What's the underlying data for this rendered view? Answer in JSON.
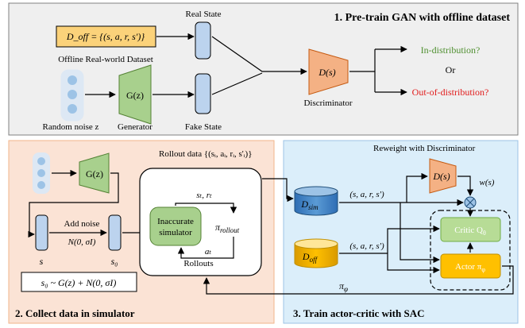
{
  "panel1": {
    "title": "1. Pre-train GAN with offline dataset",
    "dataset_box": "D_off = {(s, a, r, s')}",
    "dataset_label": "Offline Real-world Dataset",
    "real_state_label": "Real State",
    "noise_label": "Random noise z",
    "generator_box": "G(z)",
    "generator_label": "Generator",
    "fake_state_label": "Fake State",
    "discriminator_box": "D(s)",
    "discriminator_label": "Discriminator",
    "output_in": "In-distribution?",
    "output_or": "Or",
    "output_out": "Out-of-distribution?"
  },
  "panel2": {
    "title": "2. Collect data in simulator",
    "generator_box": "G(z)",
    "add_noise_label": "Add noise",
    "noise_formula": "N(0, σI)",
    "s_label": "s",
    "s0_label": "s₀",
    "formula_box": "s₀ ~ G(z) + N(0, σI)",
    "rollout_data_label": "Rollout data {(sᵢ, aᵢ, rᵢ, s'ᵢ)}",
    "state_reward_label": "sₜ, rₜ",
    "simulator_box_line1": "Inaccurate",
    "simulator_box_line2": "simulator",
    "policy_label": "π",
    "policy_sub": "rollout",
    "action_label": "aₜ",
    "rollouts_label": "Rollouts"
  },
  "panel3": {
    "title": "3. Train actor-critic with SAC",
    "reweight_label": "Reweight with Discriminator",
    "dsim_label": "D",
    "dsim_sub": "sim",
    "doff_label": "D",
    "doff_sub": "off",
    "tuple_top": "(s, a, r, s')",
    "tuple_bottom": "(s, a, r, s')",
    "discriminator_box": "D(s)",
    "weight_label": "w(s)",
    "critic_label": "Critic Q",
    "critic_sub": "θ",
    "actor_label": "Actor π",
    "actor_sub": "φ",
    "policy_label": "π",
    "policy_sub": "φ"
  },
  "colors": {
    "panel1_bg": "#efefef",
    "panel2_bg": "#fbe3d5",
    "panel3_bg": "#dbeefa",
    "dataset_fill": "#fbd27a",
    "state_fill": "#bcd3ee",
    "generator_fill": "#a8d08d",
    "discriminator_fill": "#f4b184",
    "in_dist": "#4e8f2f",
    "out_dist": "#e11a1a",
    "noise_fill": "#9dc3e6",
    "sim_fill": "#a8d08d",
    "critic_fill": "#b7dc96",
    "actor_fill": "#ffc000"
  }
}
